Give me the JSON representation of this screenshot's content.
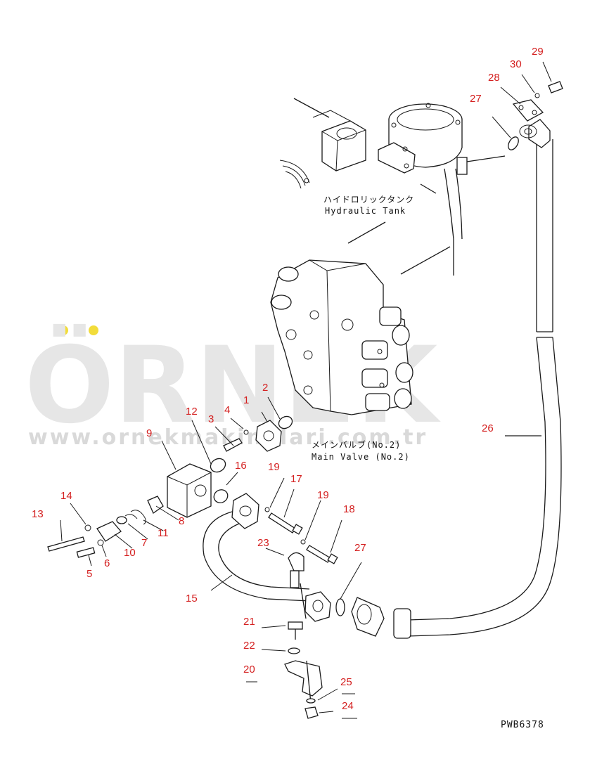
{
  "labels": {
    "hydraulic_tank_jp": "ハイドロリックタンク",
    "hydraulic_tank_en": "Hydraulic Tank",
    "main_valve_jp": "メインバルブ(No.2)",
    "main_valve_en": "Main Valve (No.2)",
    "drawing_code": "PWB6378"
  },
  "watermark": {
    "brand": "ÖRNEK",
    "url": "www.ornekmakinalari.com.tr",
    "color": "#e6e6e6",
    "accent": "#f2dc3a"
  },
  "callouts": {
    "n1": "1",
    "n2": "2",
    "n3": "3",
    "n4": "4",
    "n5": "5",
    "n6": "6",
    "n7": "7",
    "n8": "8",
    "n9": "9",
    "n10": "10",
    "n11": "11",
    "n12": "12",
    "n13": "13",
    "n14": "14",
    "n15": "15",
    "n16": "16",
    "n17": "17",
    "n18": "18",
    "n19a": "19",
    "n19b": "19",
    "n20": "20",
    "n21": "21",
    "n22": "22",
    "n23": "23",
    "n24": "24",
    "n25": "25",
    "n26": "26",
    "n27a": "27",
    "n27b": "27",
    "n28": "28",
    "n29": "29",
    "n30": "30"
  },
  "colors": {
    "callout": "#d42020",
    "line": "#1a1a1a"
  }
}
